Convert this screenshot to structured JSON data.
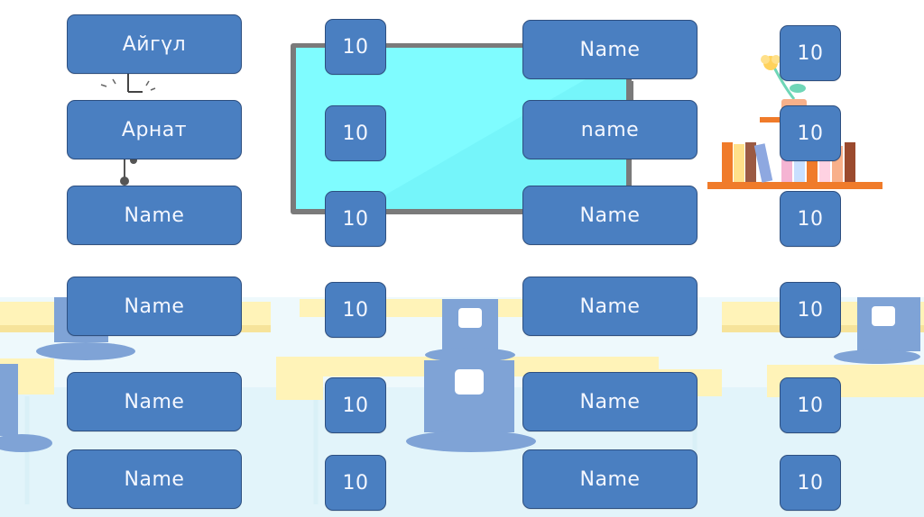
{
  "colors": {
    "card_fill": "#4a7fc1",
    "card_border": "#2d4f80",
    "card_text": "#f4f7ff",
    "board_screen": "#7ffcff",
    "board_frame": "#7a7a7a",
    "chair": "#7fa3d6",
    "desk": "#fff3b8",
    "floor": "#e4f6fb",
    "shelf": "#f07b2a"
  },
  "left_column": [
    {
      "name": "Айгүл"
    },
    {
      "name": "Арнат"
    },
    {
      "name": "Name"
    },
    {
      "name": "Name"
    },
    {
      "name": "Name"
    },
    {
      "name": "Name"
    }
  ],
  "left_scores": [
    "10",
    "10",
    "10",
    "10",
    "10",
    "10"
  ],
  "right_column": [
    {
      "name": "Name"
    },
    {
      "name": "name"
    },
    {
      "name": "Name"
    },
    {
      "name": "Name"
    },
    {
      "name": "Name"
    },
    {
      "name": "Name"
    }
  ],
  "right_scores": [
    "10",
    "10",
    "10",
    "10",
    "10",
    "10"
  ],
  "decorations": [
    "wall-clock-icon",
    "whiteboard",
    "bookshelf",
    "flower-pot-icon",
    "chair-icon",
    "desk"
  ]
}
